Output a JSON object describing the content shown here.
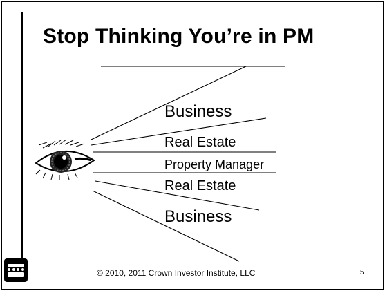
{
  "slide": {
    "title": "Stop Thinking You’re in PM",
    "labels": [
      {
        "key": "business_top",
        "text": "Business"
      },
      {
        "key": "real_estate_top",
        "text": "Real Estate"
      },
      {
        "key": "property_manager",
        "text": "Property Manager"
      },
      {
        "key": "real_estate_bottom",
        "text": "Real Estate"
      },
      {
        "key": "business_bottom",
        "text": "Business"
      }
    ],
    "footer": "© 2010, 2011 Crown Investor Institute, LLC",
    "page_number": "5"
  },
  "icons": {
    "eye": "eye-icon",
    "logo": "crown-logo-icon"
  },
  "colors": {
    "ink": "#000000",
    "background": "#ffffff"
  }
}
